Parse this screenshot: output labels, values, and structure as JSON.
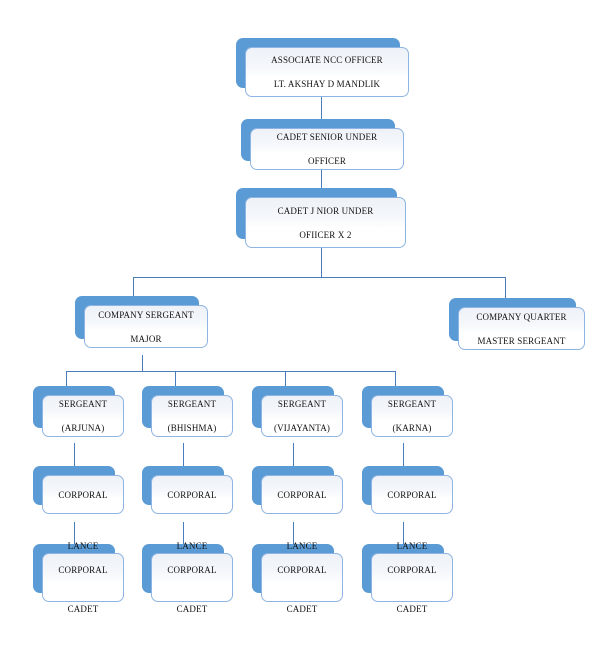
{
  "chart": {
    "type": "org-chart",
    "title": "NCC Unit Hierarchy",
    "colors": {
      "plate": "#5b9bd5",
      "card_border": "#8eb4e3",
      "card_fill": "#f4f7fb",
      "connector": "#4a7ebb",
      "text": "#111111",
      "background": "#ffffff"
    },
    "levels": [
      {
        "level": 1,
        "nodes": [
          {
            "id": "associate-ncc-officer",
            "lines": [
              "ASSOCIATE NCC OFFICER",
              "LT. AKSHAY D MANDLIK"
            ]
          }
        ]
      },
      {
        "level": 2,
        "nodes": [
          {
            "id": "cadet-senior-under-officer",
            "lines": [
              "CADET SENIOR UNDER",
              "OFFICER"
            ]
          }
        ]
      },
      {
        "level": 3,
        "nodes": [
          {
            "id": "cadet-junior-under-officer",
            "lines": [
              "CADET J  NIOR UNDER",
              "OFIICER X 2"
            ]
          }
        ]
      },
      {
        "level": 4,
        "nodes": [
          {
            "id": "company-sergeant-major",
            "lines": [
              "COMPANY SERGEANT",
              "MAJOR"
            ]
          },
          {
            "id": "company-quarter-master-sergeant",
            "lines": [
              "COMPANY QUARTER",
              "MASTER SERGEANT"
            ]
          }
        ]
      },
      {
        "level": 5,
        "nodes": [
          {
            "id": "sergeant-arjuna",
            "lines": [
              "SERGEANT",
              "(ARJUNA)"
            ]
          },
          {
            "id": "sergeant-bhishma",
            "lines": [
              "SERGEANT",
              "(BHISHMA)"
            ]
          },
          {
            "id": "sergeant-vijayanta",
            "lines": [
              "SERGEANT",
              "(VIJAYANTA)"
            ]
          },
          {
            "id": "sergeant-karna",
            "lines": [
              "SERGEANT",
              "(KARNA)"
            ]
          }
        ]
      },
      {
        "level": 6,
        "nodes": [
          {
            "id": "corporal-1",
            "lines": [
              "CORPORAL"
            ]
          },
          {
            "id": "corporal-2",
            "lines": [
              "CORPORAL"
            ]
          },
          {
            "id": "corporal-3",
            "lines": [
              "CORPORAL"
            ]
          },
          {
            "id": "corporal-4",
            "lines": [
              "CORPORAL"
            ]
          }
        ]
      },
      {
        "level": 7,
        "nodes": [
          {
            "id": "lance-corporal-cadet-1",
            "lines": [
              "LANCE",
              "CORPORAL",
              "",
              "CADET"
            ]
          },
          {
            "id": "lance-corporal-cadet-2",
            "lines": [
              "LANCE",
              "CORPORAL",
              "",
              "CADET"
            ]
          },
          {
            "id": "lance-corporal-cadet-3",
            "lines": [
              "LANCE",
              "CORPORAL",
              "",
              "CADET"
            ]
          },
          {
            "id": "lance-corporal-cadet-4",
            "lines": [
              "LANCE",
              "CORPORAL",
              "",
              "CADET"
            ]
          }
        ]
      }
    ],
    "node_text": {
      "associate_ncc_officer_l1": "ASSOCIATE NCC OFFICER",
      "associate_ncc_officer_l2": "LT. AKSHAY D MANDLIK",
      "cadet_senior_under_officer_l1": "CADET SENIOR UNDER",
      "cadet_senior_under_officer_l2": "OFFICER",
      "cadet_junior_under_officer_l1": "CADET J  NIOR UNDER",
      "cadet_junior_under_officer_l2": "OFIICER X 2",
      "company_sergeant_major_l1": "COMPANY SERGEANT",
      "company_sergeant_major_l2": "MAJOR",
      "company_quarter_master_sergeant_l1": "COMPANY QUARTER",
      "company_quarter_master_sergeant_l2": "MASTER SERGEANT",
      "sergeant_l1": "SERGEANT",
      "sergeant_arjuna_l2": "(ARJUNA)",
      "sergeant_bhishma_l2": "(BHISHMA)",
      "sergeant_vijayanta_l2": "(VIJAYANTA)",
      "sergeant_karna_l2": "(KARNA)",
      "corporal": "CORPORAL",
      "lance_corporal_cadet_l1": "LANCE",
      "lance_corporal_cadet_l2": "CORPORAL",
      "lance_corporal_cadet_l3": "CADET"
    }
  }
}
